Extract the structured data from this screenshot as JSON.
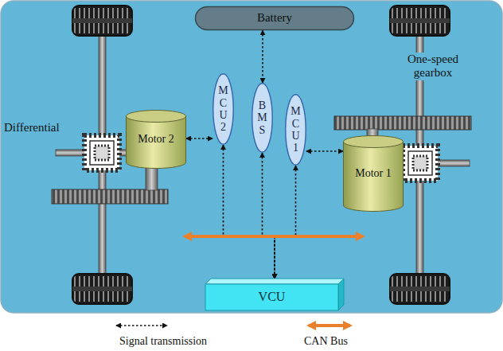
{
  "diagram": {
    "nodes": [
      {
        "text": [
          "Battery"
        ]
      },
      {
        "text": [
          "Motor 2"
        ]
      },
      {
        "text": [
          "MCU2"
        ]
      },
      {
        "text": [
          "BMS"
        ]
      },
      {
        "text": [
          "MCU1"
        ]
      },
      {
        "text": [
          "Motor 1"
        ]
      },
      {
        "text": [
          "VCU"
        ]
      }
    ],
    "edges": [
      {
        "from": 1,
        "to": 2,
        "arrow": "both"
      },
      {
        "from": 0,
        "to": 3,
        "arrow": "both"
      },
      {
        "from": 4,
        "to": 5,
        "arrow": "both"
      },
      {
        "from": 2,
        "to": 6,
        "arrow": "both"
      },
      {
        "from": 3,
        "to": 6,
        "arrow": "both"
      },
      {
        "from": 4,
        "to": 6,
        "arrow": "both"
      }
    ],
    "labels": [
      "Differential",
      "One-speed gearbox"
    ],
    "legend": [
      {
        "text": "Signal transmission"
      },
      {
        "text": "CAN Bus"
      }
    ]
  }
}
